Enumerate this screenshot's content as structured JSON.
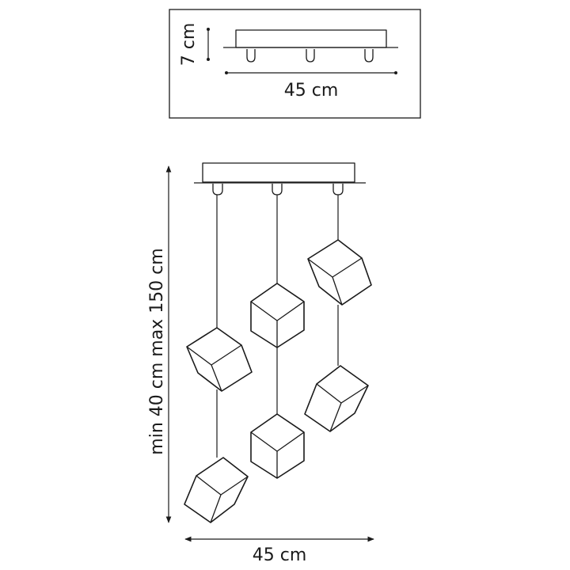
{
  "drawing": {
    "inset": {
      "height_label": "7 cm",
      "width_label": "45 cm"
    },
    "main": {
      "height_label": "min 40 cm max 150 cm",
      "width_label": "45 cm"
    }
  }
}
